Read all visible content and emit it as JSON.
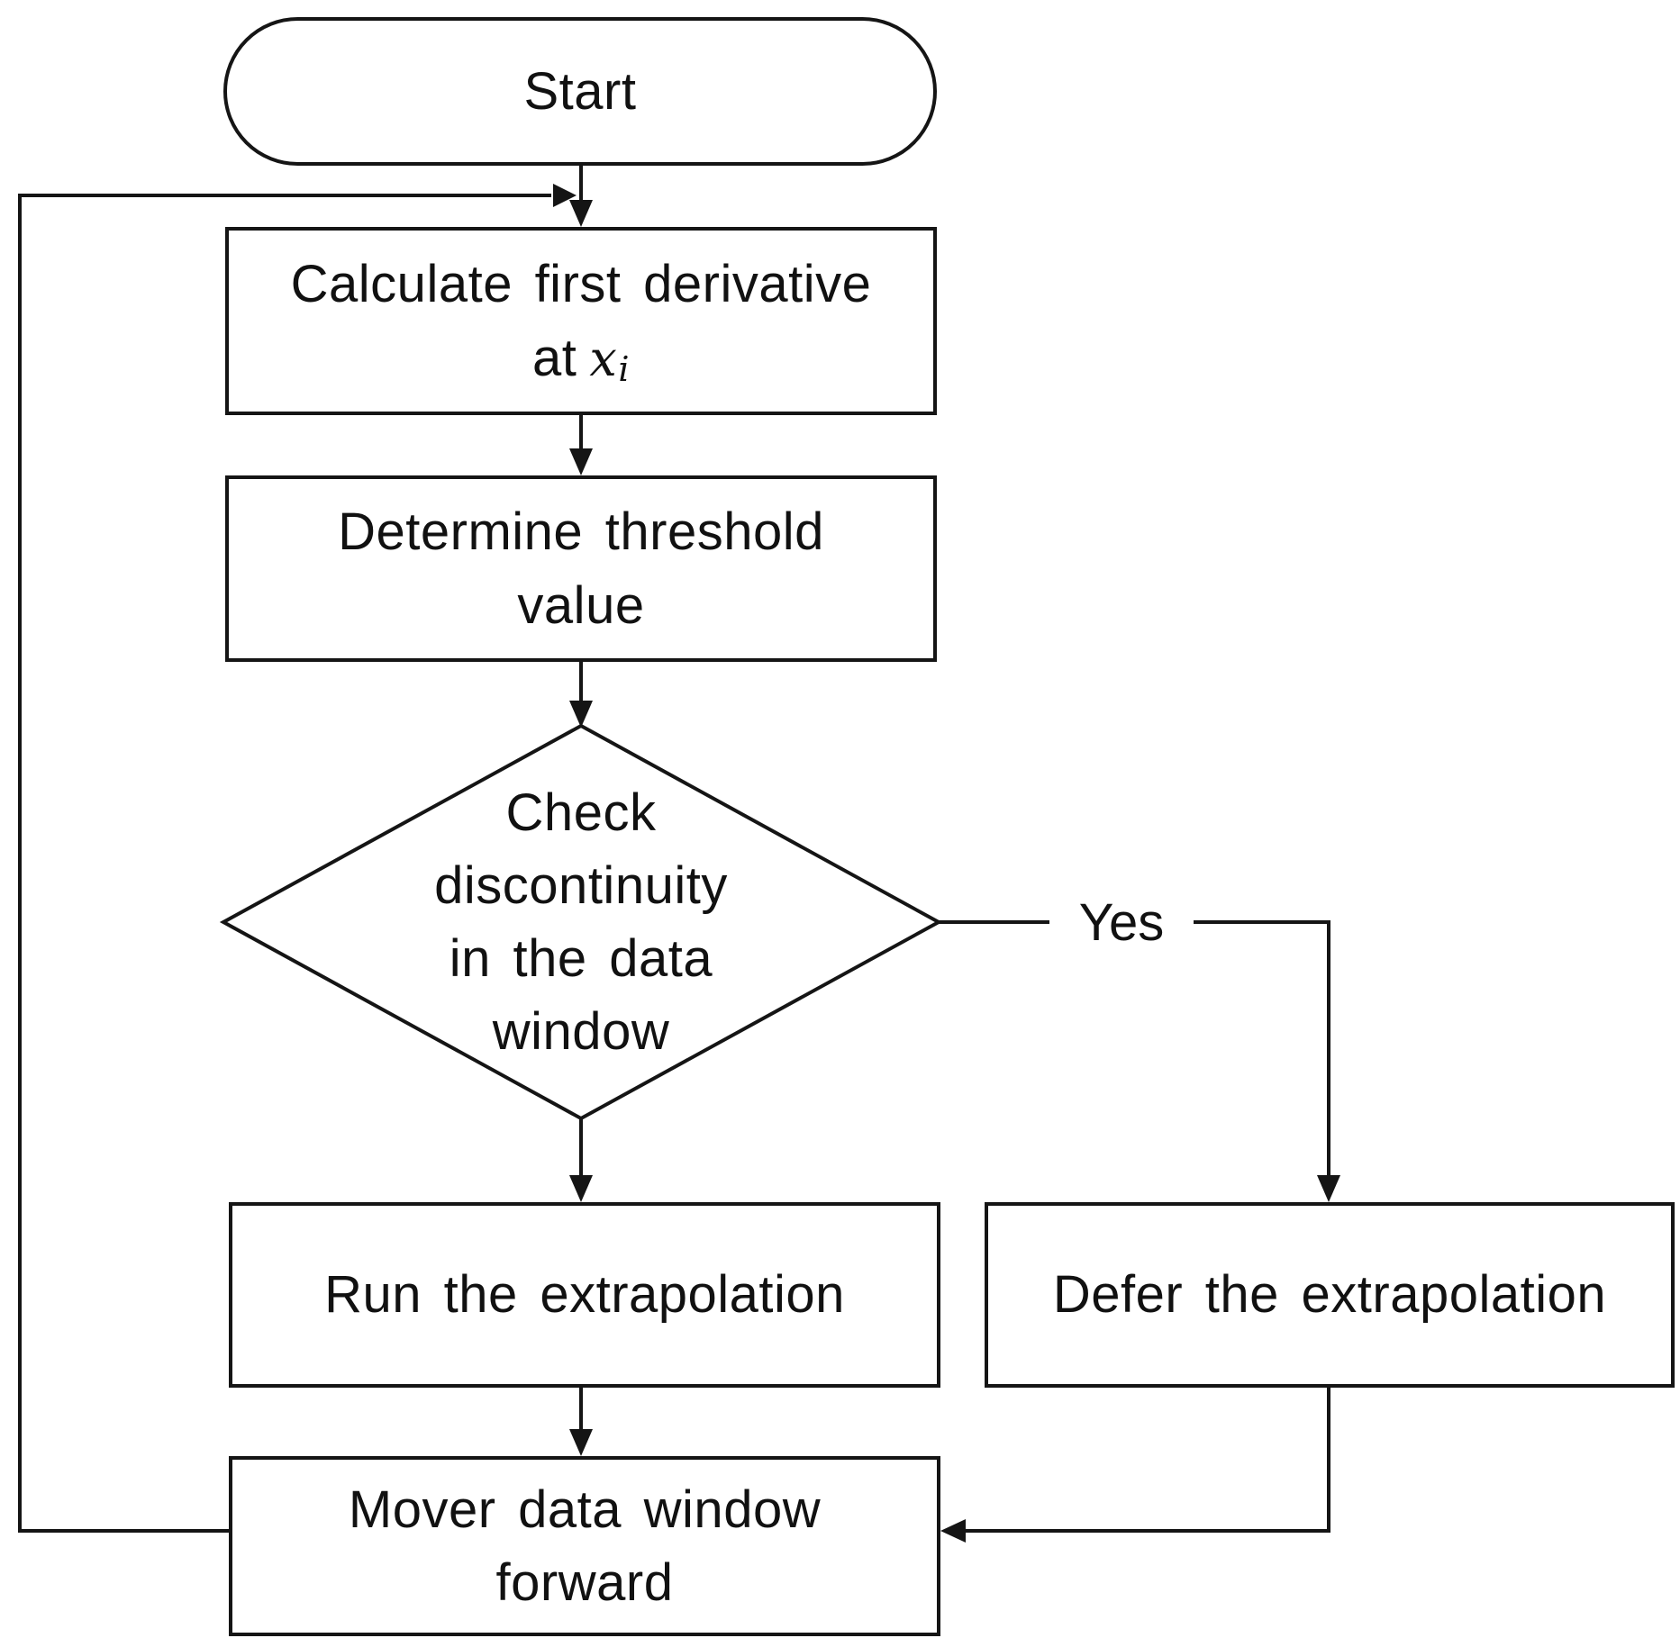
{
  "diagram": {
    "type": "flowchart",
    "nodes": {
      "start": {
        "label": "Start"
      },
      "calculate": {
        "line1": "Calculate first derivative",
        "line2": {
          "prefix": "at",
          "variable": "x",
          "subscript": "i"
        }
      },
      "threshold": {
        "line1": "Determine threshold",
        "line2": "value"
      },
      "decision": {
        "line1": "Check",
        "line2": "discontinuity",
        "line3": "in the data",
        "line4": "window"
      },
      "run": {
        "label": "Run the extrapolation"
      },
      "defer": {
        "label": "Defer the extrapolation"
      },
      "move": {
        "line1": "Mover data window",
        "line2": "forward"
      }
    },
    "branch_labels": {
      "yes": "Yes"
    },
    "colors": {
      "line": "#151515",
      "text": "#111111",
      "background": "#ffffff"
    }
  }
}
